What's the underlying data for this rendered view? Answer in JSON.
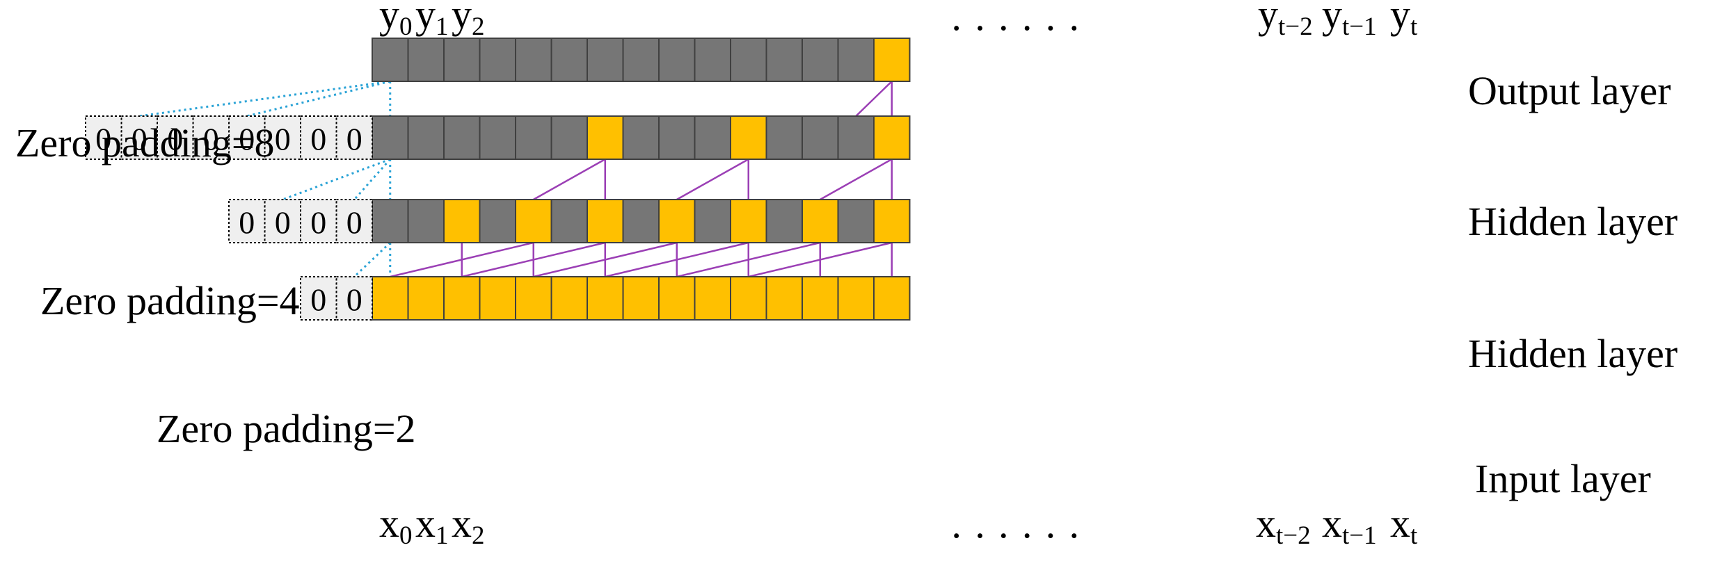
{
  "colors": {
    "active": "#FFC000",
    "inactive": "#767676",
    "padding_fill": "#EFEFEF",
    "edge": "#9B3FB5",
    "padding_edge": "#2AA3D6",
    "border": "#404040"
  },
  "zero_value": "0",
  "dots": "· · · · · ·",
  "layers": [
    {
      "id": "output",
      "label": "Output layer",
      "padding_label": "Zero padding=8",
      "padding": 8,
      "active": [
        14
      ]
    },
    {
      "id": "hidden2",
      "label": "Hidden layer",
      "padding_label": "Zero padding=4",
      "padding": 4,
      "active": [
        6,
        10,
        14
      ]
    },
    {
      "id": "hidden1",
      "label": "Hidden layer",
      "padding_label": "Zero padding=2",
      "padding": 2,
      "active": [
        2,
        4,
        6,
        8,
        10,
        12,
        14
      ]
    },
    {
      "id": "input",
      "label": "Input layer",
      "active": [
        0,
        1,
        2,
        3,
        4,
        5,
        6,
        7,
        8,
        9,
        10,
        11,
        12,
        13,
        14
      ]
    }
  ],
  "output_labels": [
    {
      "base": "y",
      "sub": "0"
    },
    {
      "base": "y",
      "sub": "1"
    },
    {
      "base": "y",
      "sub": "2"
    },
    {
      "base": "y",
      "sub": "t−2"
    },
    {
      "base": "y",
      "sub": "t−1"
    },
    {
      "base": "y",
      "sub": "t"
    }
  ],
  "input_labels": [
    {
      "base": "x",
      "sub": "0"
    },
    {
      "base": "x",
      "sub": "1"
    },
    {
      "base": "x",
      "sub": "2"
    },
    {
      "base": "x",
      "sub": "t−2"
    },
    {
      "base": "x",
      "sub": "t−1"
    },
    {
      "base": "x",
      "sub": "t"
    }
  ]
}
